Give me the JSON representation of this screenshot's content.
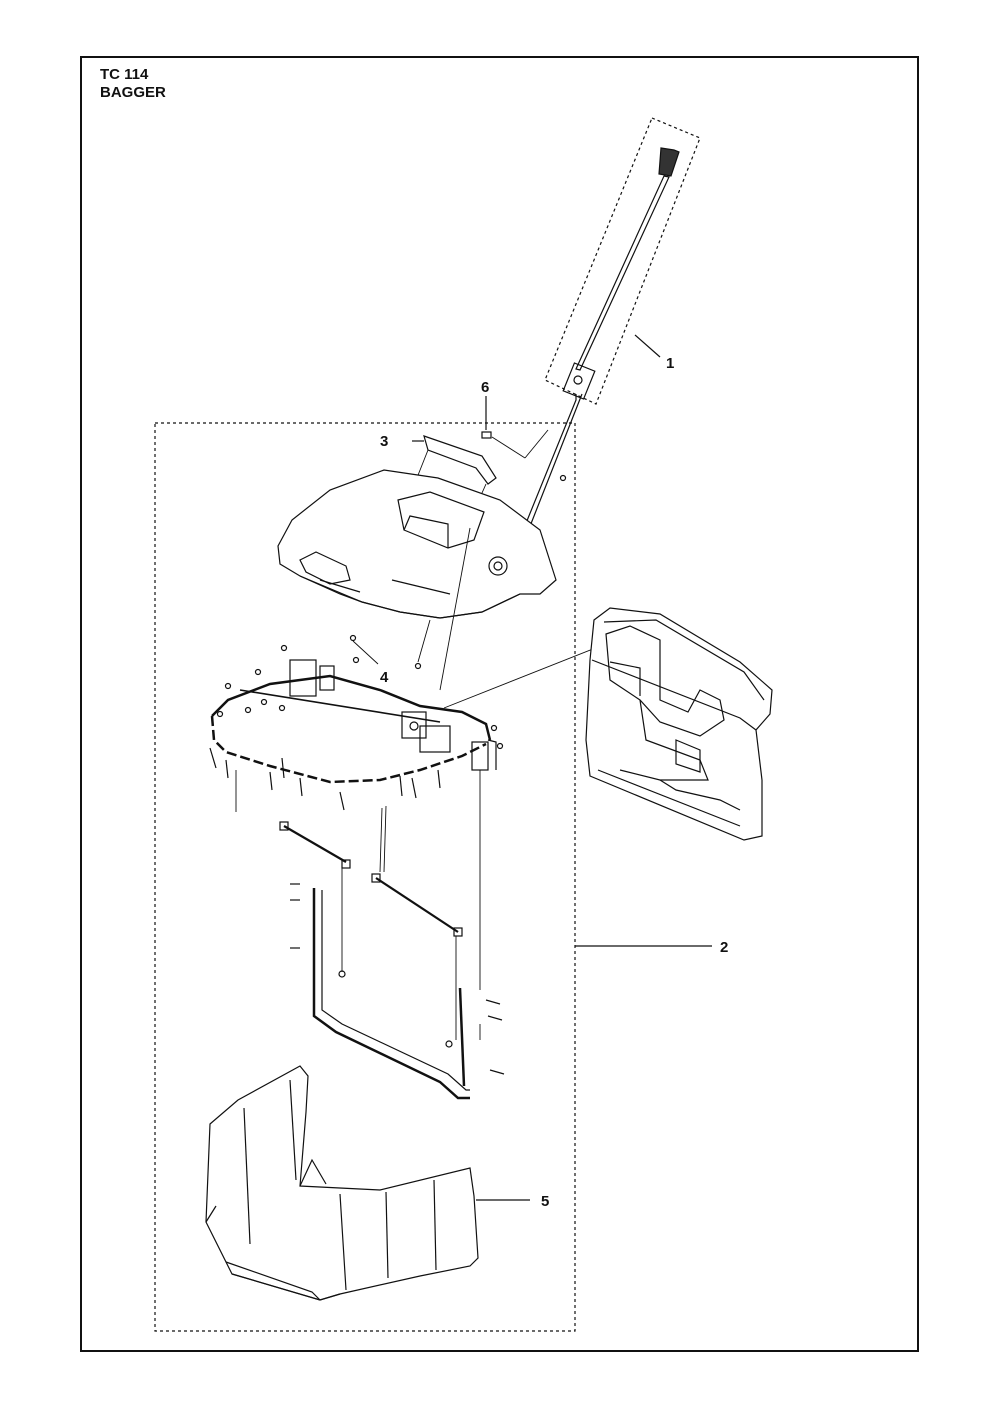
{
  "header": {
    "model": "TC 114",
    "section": "BAGGER"
  },
  "callouts": [
    {
      "id": "1",
      "label": "1"
    },
    {
      "id": "2",
      "label": "2"
    },
    {
      "id": "3",
      "label": "3"
    },
    {
      "id": "4",
      "label": "4"
    },
    {
      "id": "5",
      "label": "5"
    },
    {
      "id": "6",
      "label": "6"
    }
  ],
  "colors": {
    "line": "#111111",
    "fill": "#ffffff"
  }
}
